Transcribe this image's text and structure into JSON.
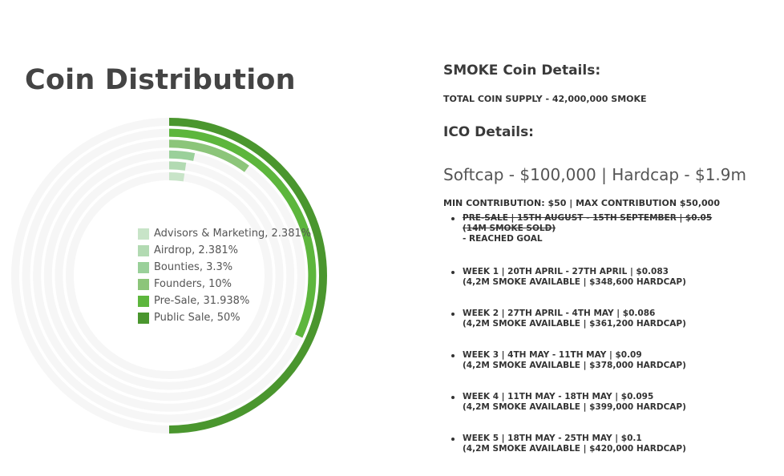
{
  "page": {
    "title": "Coin Distribution"
  },
  "chart_data": {
    "type": "radial-bar",
    "series": [
      {
        "name": "Advisors & Marketing",
        "value": 2.381,
        "label": "Advisors & Marketing, 2.381%",
        "color": "#c8e4c8"
      },
      {
        "name": "Airdrop",
        "value": 2.381,
        "label": "Airdrop, 2.381%",
        "color": "#b2dab2"
      },
      {
        "name": "Bounties",
        "value": 3.3,
        "label": "Bounties, 3.3%",
        "color": "#9ad09a"
      },
      {
        "name": "Founders",
        "value": 10,
        "label": "Founders, 10%",
        "color": "#8cc57a"
      },
      {
        "name": "Pre-Sale",
        "value": 31.938,
        "label": "Pre-Sale, 31.938%",
        "color": "#5db63d"
      },
      {
        "name": "Public Sale",
        "value": 50,
        "label": "Public Sale, 50%",
        "color": "#4a962e"
      }
    ],
    "max": 100,
    "track_color": "#f6f6f6"
  },
  "details": {
    "coin_heading": "SMOKE Coin Details:",
    "supply": "TOTAL COIN SUPPLY - 42,000,000 SMOKE",
    "ico_heading": "ICO Details:",
    "caps": "Softcap - $100,000 | Hardcap - $1.9m",
    "contribution": "MIN CONTRIBUTION: $50 | MAX CONTRIBUTION $50,000",
    "phases": [
      {
        "line1": "PRE-SALE | 15TH AUGUST - 15TH SEPTEMBER | $0.05",
        "line2": "(14M SMOKE SOLD)",
        "line3": "- REACHED GOAL"
      },
      {
        "line1": "WEEK 1 | 20TH APRIL - 27TH APRIL | $0.083",
        "line2": "(4,2M SMOKE AVAILABLE | $348,600 HARDCAP)"
      },
      {
        "line1": "WEEK 2 | 27TH APRIL - 4TH MAY | $0.086",
        "line2": "(4,2M SMOKE AVAILABLE | $361,200 HARDCAP)"
      },
      {
        "line1": "WEEK 3 | 4TH MAY - 11TH MAY | $0.09",
        "line2": "(4,2M SMOKE AVAILABLE | $378,000 HARDCAP)"
      },
      {
        "line1": "WEEK 4 | 11TH MAY - 18TH MAY | $0.095",
        "line2": "(4,2M SMOKE AVAILABLE | $399,000 HARDCAP)"
      },
      {
        "line1": "WEEK 5 | 18TH MAY - 25TH MAY | $0.1",
        "line2": "(4,2M SMOKE AVAILABLE | $420,000 HARDCAP)"
      }
    ]
  }
}
